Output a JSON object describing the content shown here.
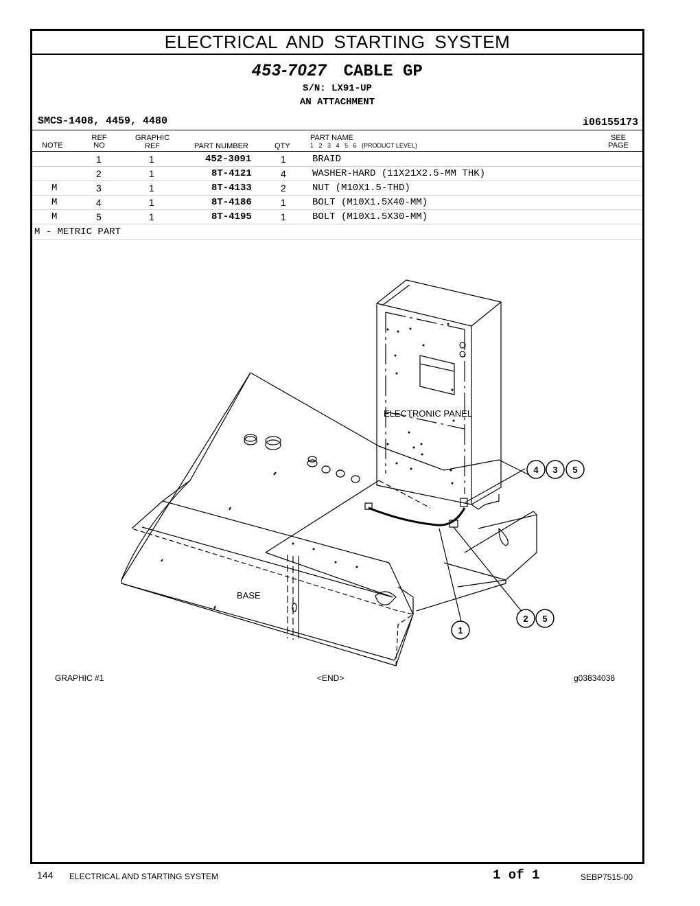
{
  "section_title": "ELECTRICAL AND STARTING SYSTEM",
  "group_part_number": "453-7027",
  "group_name": "CABLE GP",
  "serial_numbers": "S/N: LX91-UP",
  "attachment": "AN ATTACHMENT",
  "smcs": "SMCS-1408, 4459, 4480",
  "illustration_id": "i06155173",
  "table_headers": {
    "note": "NOTE",
    "ref_line1": "REF",
    "ref_line2": "NO",
    "graphic_line1": "GRAPHIC",
    "graphic_line2": "REF",
    "part_number": "PART NUMBER",
    "qty": "QTY",
    "part_name": "PART NAME",
    "levels": "1   2   3   4   5   6   (PRODUCT LEVEL)",
    "see_line1": "SEE",
    "see_line2": "PAGE"
  },
  "parts": [
    {
      "note": "",
      "ref": "1",
      "graphic": "1",
      "part_number": "452-3091",
      "qty": "1",
      "name": "BRAID"
    },
    {
      "note": "",
      "ref": "2",
      "graphic": "1",
      "part_number": "8T-4121",
      "qty": "4",
      "name": "WASHER-HARD (11X21X2.5-MM THK)"
    },
    {
      "note": "M",
      "ref": "3",
      "graphic": "1",
      "part_number": "8T-4133",
      "qty": "2",
      "name": "NUT (M10X1.5-THD)"
    },
    {
      "note": "M",
      "ref": "4",
      "graphic": "1",
      "part_number": "8T-4186",
      "qty": "1",
      "name": "BOLT (M10X1.5X40-MM)"
    },
    {
      "note": "M",
      "ref": "5",
      "graphic": "1",
      "part_number": "8T-4195",
      "qty": "1",
      "name": "BOLT (M10X1.5X30-MM)"
    }
  ],
  "metric_note": "M - METRIC PART",
  "drawing": {
    "label_panel": "ELECTRONIC PANEL",
    "label_base": "BASE",
    "callouts": {
      "c1": "1",
      "c2": "2",
      "c3": "3",
      "c4": "4",
      "c5": "5"
    }
  },
  "graphic_caption": "GRAPHIC #1",
  "end_caption": "<END>",
  "graphic_id": "g03834038",
  "footer": {
    "page_number": "144",
    "section": "ELECTRICAL AND STARTING SYSTEM",
    "page_of": "1 of 1",
    "doc_number": "SEBP7515-00"
  }
}
